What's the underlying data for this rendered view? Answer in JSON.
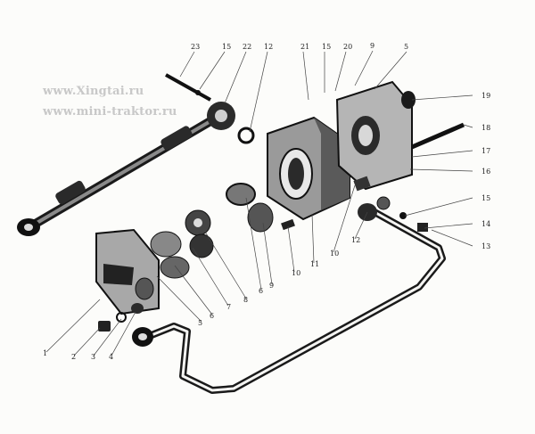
{
  "watermarks": [
    "www.Xingtai.ru",
    "www.mini-traktor.ru"
  ],
  "callouts": [
    "1",
    "2",
    "3",
    "4",
    "5",
    "6",
    "7",
    "8",
    "6",
    "9",
    "10",
    "11",
    "10",
    "12",
    "13",
    "14",
    "15",
    "16",
    "17",
    "18",
    "19",
    "5",
    "9",
    "20",
    "15",
    "21",
    "12",
    "22",
    "15",
    "23"
  ],
  "colors": {
    "ink": "#1a1a1a",
    "mid": "#6a6a6a",
    "light": "#bdbdbd",
    "paper": "#fcfcfa"
  }
}
